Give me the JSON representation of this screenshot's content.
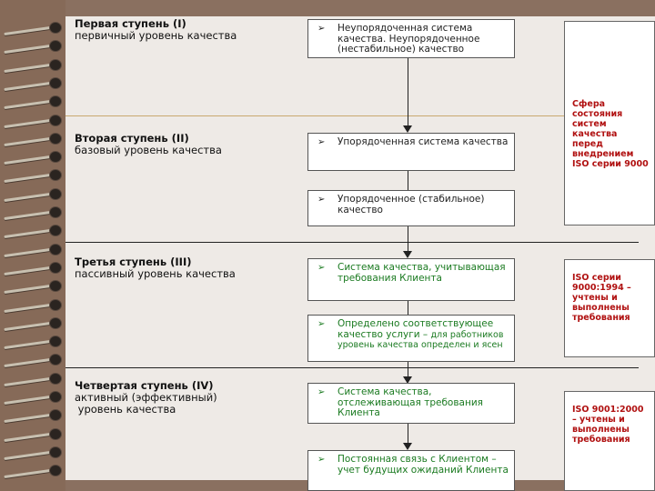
{
  "stages": [
    {
      "title": "Первая ступень (I)",
      "subtitle": "первичный уровень качества"
    },
    {
      "title": "Вторая ступень (II)",
      "subtitle": "базовый уровень качества"
    },
    {
      "title": "Третья ступень (III)",
      "subtitle": "пассивный уровень качества"
    },
    {
      "title": "Четвертая ступень (IV)",
      "subtitle": "активный (эффективный)",
      "subtitle2": " уровень качества"
    }
  ],
  "boxes": [
    {
      "text": "Неупорядоченная система качества. Неупорядоченное (нестабильное) качество",
      "color": "#222222"
    },
    {
      "text": "Упорядоченная система качества",
      "color": "#222222"
    },
    {
      "text": "Упорядоченное (стабильное) качество",
      "color": "#222222"
    },
    {
      "text": "Система качества, учитывающая требования Клиента",
      "color": "#1a7a20"
    },
    {
      "text": "Определено соответствующее качество услуги –",
      "text_small": "для работников уровень качества определен и ясен",
      "color": "#1a7a20"
    },
    {
      "text": "Система качества, отслеживающая требования Клиента",
      "color": "#1a7a20"
    },
    {
      "text": "Постоянная связь с Клиентом – учет будущих ожиданий Клиента",
      "color": "#1a7a20"
    }
  ],
  "side_notes": [
    {
      "text": "Сфера состояния систем качества перед внедрением ISO серии 9000"
    },
    {
      "text": "ISO серии 9000:1994 – учтены и выполнены требования"
    },
    {
      "text": "ISO 9001:2000 – учтены и выполнены требования"
    }
  ],
  "bullet_symbol": "➢",
  "colors": {
    "accent_red": "#b01010",
    "green_text": "#1a7a20",
    "paper": "#eeeae6",
    "binder": "#866a58"
  }
}
